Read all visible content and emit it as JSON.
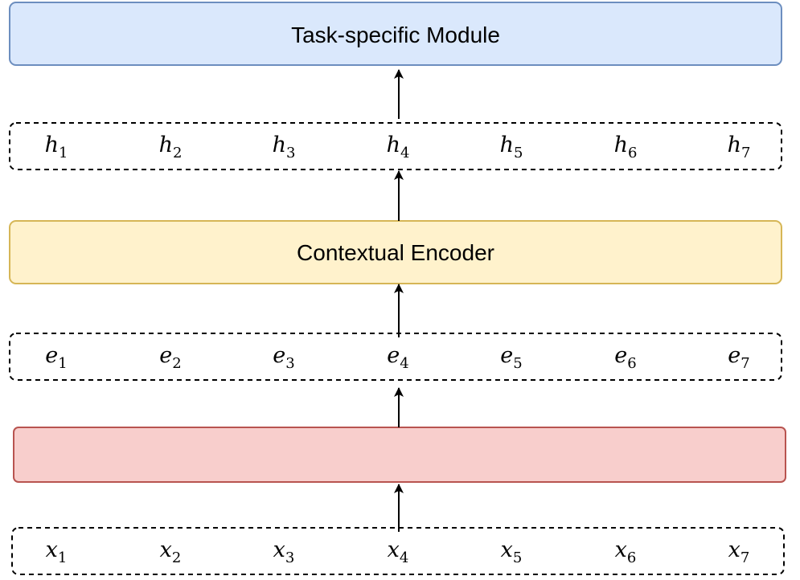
{
  "modules": {
    "task_specific": {
      "label": "Task-specific Module",
      "fill": "#dae8fc",
      "stroke": "#6c8ebf"
    },
    "contextual_encoder": {
      "label": "Contextual Encoder",
      "fill": "#fff2cc",
      "stroke": "#d6b656"
    },
    "embedding_layer": {
      "label": "",
      "fill": "#f8cecc",
      "stroke": "#b85450"
    }
  },
  "sequences": {
    "hidden": {
      "var": "h",
      "subscripts": [
        "1",
        "2",
        "3",
        "4",
        "5",
        "6",
        "7"
      ]
    },
    "embedding": {
      "var": "e",
      "subscripts": [
        "1",
        "2",
        "3",
        "4",
        "5",
        "6",
        "7"
      ]
    },
    "input": {
      "var": "x",
      "subscripts": [
        "1",
        "2",
        "3",
        "4",
        "5",
        "6",
        "7"
      ]
    }
  },
  "colors": {
    "arrow": "#000000",
    "dashed_border": "#000000"
  }
}
